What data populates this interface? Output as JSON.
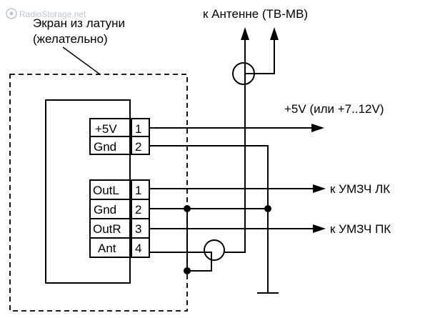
{
  "watermark": "RadioStorage.net",
  "shield_label_line1": "Экран из латуни",
  "shield_label_line2": "(желательно)",
  "antenna_label": "к Антенне (ТВ-МВ)",
  "power_label": "+5V (или +7..12V)",
  "left_channel_label": "к УМЗЧ  ЛК",
  "right_channel_label": "к УМЗЧ  ПК",
  "connector_top": [
    {
      "name": "+5V",
      "pin": "1"
    },
    {
      "name": "Gnd",
      "pin": "2"
    }
  ],
  "connector_bottom": [
    {
      "name": "OutL",
      "pin": "1"
    },
    {
      "name": "Gnd",
      "pin": "2"
    },
    {
      "name": "OutR",
      "pin": "3"
    },
    {
      "name": "Ant",
      "pin": "4"
    }
  ],
  "icons": [
    "watermark-logo-icon",
    "ferrite-ring-icon",
    "ground-symbol-icon",
    "arrow-icon",
    "junction-dot-icon"
  ]
}
